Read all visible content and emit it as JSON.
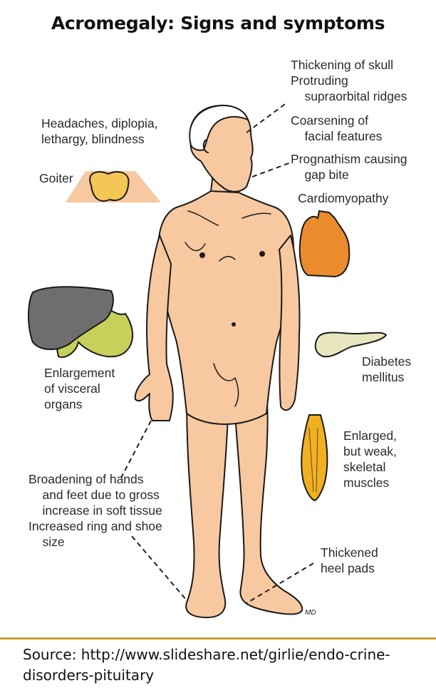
{
  "title": "Acromegaly: Signs and symptoms",
  "labels": {
    "skull": "Thickening of skull\nProtruding\n    supraorbital ridges",
    "facial": "Coarsening of\n    facial features",
    "prognathism": "Prognathism causing\n    gap bite",
    "cardio": "Cardiomyopathy",
    "headaches": "Headaches, diplopia,\nlethargy, blindness",
    "goiter": "Goiter",
    "visceral": "Enlargement\nof visceral\norgans",
    "diabetes": "Diabetes\nmellitus",
    "muscles": "Enlarged,\nbut weak,\nskeletal\nmuscles",
    "hands": "Broadening of hands\n    and feet due to gross\n    increase in soft tissue\nIncreased ring and shoe\n    size",
    "heel": "Thickened\nheel pads"
  },
  "artist_mark": "MD",
  "source": "Source: http://www.slideshare.net/girlie/endo-crine-disorders-pituitary",
  "colors": {
    "skin": "#f8c8a0",
    "goiter": "#f3c656",
    "liver": "#6e6e6e",
    "stomach": "#c8cf5a",
    "heart": "#ec8a2e",
    "pancreas": "#e7e6be",
    "muscle": "#f0b020",
    "rule": "#c9a235"
  }
}
